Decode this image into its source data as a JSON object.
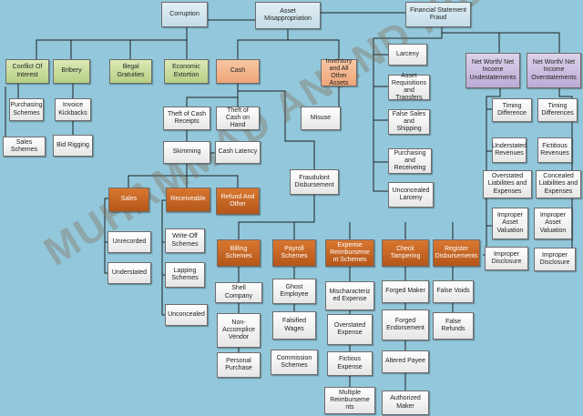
{
  "watermark": "MUHAMMAD ANAND HIDAYAT",
  "nodes": {
    "corruption": "Corruption",
    "asset_misappropriation": "Asset Misappropriation",
    "financial_statement_fraud": "Financial Statement Fraud",
    "conflict_of_interest": "Conflict Of Interest",
    "bribery": "Bribery",
    "illegal_gratuities": "Illegal Gratuities",
    "economic_extortion": "Economic Extortion",
    "purchasing_schemes": "Purchasing Schemes",
    "sales_schemes": "Sales Schemes",
    "invoice_kickbacks": "Invoice Kickbacks",
    "bid_rigging": "Bid Rigging",
    "cash": "Cash",
    "inventory": "Inventory and All Other Assets",
    "misuse": "Misuse",
    "larceny": "Larceny",
    "asset_requisitions": "Asset Requisitions and Transfers",
    "false_sales": "False Sales and Shipping",
    "purchasing_receiving": "Purchasing and Receiveing",
    "unconcealed_larceny": "Unconcealed Larceny",
    "theft_cash_receipts": "Theft of Cash Receipts",
    "theft_cash_on_hand": "Theft of Cash on Hand",
    "skimming": "Skimming",
    "cash_latency": "Cash Latency",
    "fraudulent_disbursement": "Fraudulont Disbursement",
    "sales": "Sales",
    "receiveable": "Receiveable",
    "refund": "Refund And Other",
    "unrecorded": "Unrecorded",
    "understated": "Understated",
    "write_off": "Write-Off Schemes",
    "lapping": "Lapping Schemes",
    "unconcealed": "Unconcealed",
    "billing": "Billing Schemes",
    "payroll": "Payroll Schemes",
    "expense_reimbursement": "Expense Reimburseme nt Schemes",
    "check_tampering": "Check Tampering",
    "register_disbursements": "Register Disbursements",
    "shell_company": "Shell Company",
    "non_accomplice": "Non-Accomplice Vendor",
    "personal_purchase": "Personal Purchase",
    "ghost_employee": "Ghost Employee",
    "falsified_wages": "Falsified Wages",
    "commission": "Commission Schemes",
    "mischaracterized": "Mischaracteriz ed Expense",
    "overstated_expense": "Overstated Expense",
    "fictious_expense": "Fictious Expense",
    "multiple_reimbursements": "Multiple Reimburseme nts",
    "forged_maker": "Forged Maker",
    "forged_endorsement": "Forged Endorsement",
    "altered_payee": "Altered Payee",
    "authorized_maker": "Authorized Maker",
    "false_voids": "False Voids",
    "false_refunds": "False Refunds",
    "net_worth_under": "Net Worth/ Net Income Undestatements",
    "net_worth_over": "Net Worth/ Net Income Overstatements",
    "timing_difference_u": "Timing Difference",
    "understated_revenues": "Understated Revenues",
    "overstated_liabilities": "Overstated Liabilities and Expenses",
    "improper_valuation_u": "Improper Asset Valuation",
    "improper_disclosure_u": "Improper Disclosure",
    "timing_differences_o": "Timing Differences",
    "fictitious_revenues": "Fictitious Revenues",
    "concealed_liabilities": "Concealed Liabilities and Expenses",
    "improper_valuation_o": "Improper Asset Valuation",
    "improper_disclosure_o": "Improper Disclosure"
  }
}
